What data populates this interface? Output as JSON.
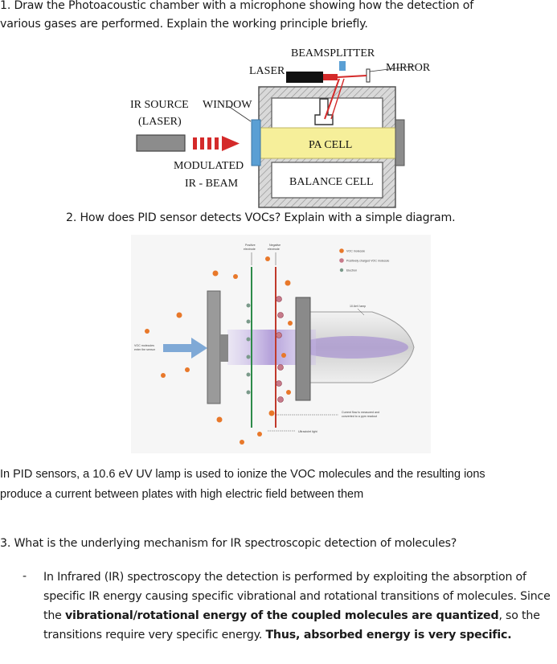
{
  "q1": {
    "line1": "1. Draw the Photoacoustic chamber with a microphone showing how the detection of",
    "line2": "various gases are performed. Explain the working principle briefly."
  },
  "pa_figure": {
    "labels": {
      "beamsplitter": "BEAMSPLITTER",
      "laser": "LASER",
      "mirror": "MIRROR",
      "ir_source_1": "IR SOURCE",
      "ir_source_2": "(LASER)",
      "window": "WINDOW",
      "modulated_1": "MODULATED",
      "modulated_2": "IR - BEAM",
      "pa_cell": "PA CELL",
      "balance_cell": "BALANCE CELL"
    }
  },
  "q2": {
    "text": "2. How does PID sensor detects VOCs? Explain with a simple diagram."
  },
  "pid_figure": {
    "labels": {
      "positive_electrode_1": "Positive",
      "positive_electrode_2": "electrode",
      "negative_electrode_1": "Negative",
      "negative_electrode_2": "electrode",
      "legend_voc": "VOC molecule",
      "legend_charged": "Positively charged VOC molecule",
      "legend_electron": "Electron",
      "lamp": "10.6eV lamp",
      "entry_1": "VOC molecules",
      "entry_2": "enter the sensor",
      "current_1": "Current flow is measured and",
      "current_2": "converted to a ppm readout",
      "uv_light": "Ultraviolet light"
    }
  },
  "answer2": {
    "line1": "In PID sensors, a 10.6 eV UV lamp is used to ionize the VOC molecules and the resulting ions",
    "line2": "produce a current between plates with high electric field between them"
  },
  "q3": {
    "text": "3. What is the underlying mechanism for IR spectroscopic detection of molecules?"
  },
  "answer3": {
    "dash": "-",
    "part1": "In Infrared (IR) spectroscopy the detection is performed by exploiting the absorption of specific IR energy causing specific vibrational and rotational transitions of molecules. Since the ",
    "bold1": "vibrational/rotational energy of the coupled molecules are quantized",
    "part2": ", so the transitions require very specific energy. ",
    "bold2": "Thus, absorbed energy is very specific."
  },
  "colors": {
    "beam_red": "#d42a2a",
    "pa_yellow": "#f6ef9a",
    "window_blue": "#5a9fd4",
    "voc_orange": "#e8782a",
    "lamp_purple": "#9b7fcf"
  }
}
